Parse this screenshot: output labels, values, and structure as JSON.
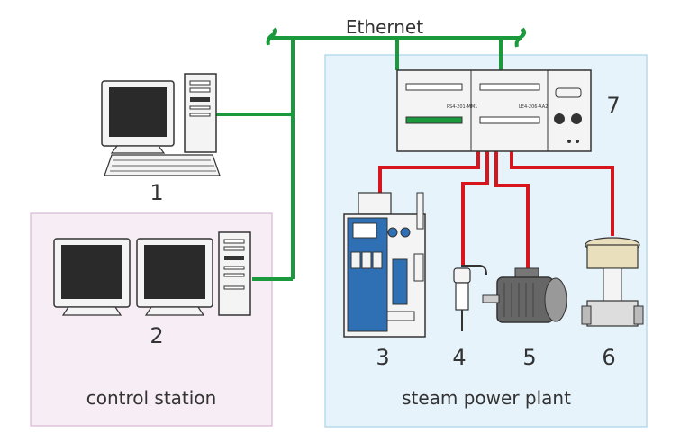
{
  "network": {
    "label": "Ethernet"
  },
  "regions": {
    "control": {
      "label": "control station",
      "fill": "#f6edf5",
      "stroke": "#d8b8d2"
    },
    "plant": {
      "label": "steam power plant",
      "fill": "#e6f3fb",
      "stroke": "#a8d3ea"
    }
  },
  "components": [
    {
      "id": "1",
      "name": "workstation-pc"
    },
    {
      "id": "2",
      "name": "control-station-dual-monitor"
    },
    {
      "id": "3",
      "name": "steam-boiler-unit"
    },
    {
      "id": "4",
      "name": "temperature-sensor"
    },
    {
      "id": "5",
      "name": "electric-motor"
    },
    {
      "id": "6",
      "name": "control-valve"
    },
    {
      "id": "7",
      "name": "plc-controller"
    }
  ],
  "plc_labels": {
    "module_a": "PS4-201-MM1",
    "module_b": "LE4-206-AA2"
  },
  "colors": {
    "ethernet": "#1a9a3c",
    "signal": "#d8141d",
    "chassis": "#f4f4f4",
    "screen": "#2a2a2a",
    "blue_equipment": "#2f6fb3"
  }
}
